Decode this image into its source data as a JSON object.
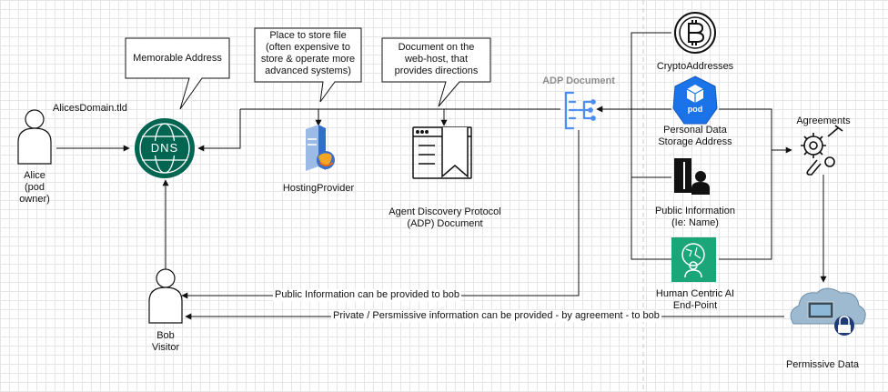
{
  "callouts": {
    "memorable_address": "Memorable Address",
    "place_to_store": [
      "Place to store file",
      "(often expensive to",
      "store & operate more",
      "advanced systems)"
    ],
    "document_on_webhost": [
      "Document on the",
      "web-host, that",
      "provides directions"
    ]
  },
  "actors": {
    "alice_domain": "AlicesDomain.tld",
    "alice": [
      "Alice",
      "(pod",
      "owner)"
    ],
    "bob": [
      "Bob",
      "Visitor"
    ]
  },
  "nodes": {
    "dns": "DNS",
    "hosting_provider": "HostingProvider",
    "adp_doc": [
      "Agent Discovery Protocol",
      "(ADP) Document"
    ],
    "adp_document_icon": "ADP Document",
    "crypto": "CryptoAddresses",
    "pod_icon": "pod",
    "pod": [
      "Personal Data",
      "Storage Address"
    ],
    "public_info": [
      "Public Information",
      "(Ie: Name)"
    ],
    "human_ai": [
      "Human Centric AI",
      "End-Point"
    ],
    "agreements": "Agreements",
    "permissive_data": "Permissive Data"
  },
  "edges": {
    "public_to_bob": "Public Information can be provided to bob",
    "private_to_bob": "Private / Persmissive information can be provided - by agreement - to bob"
  },
  "colors": {
    "dns_green": "#006651",
    "pod_blue": "#1a73e8",
    "ai_green": "#1aa679",
    "adp_blue": "#4d8ff0",
    "line": "#111111"
  }
}
